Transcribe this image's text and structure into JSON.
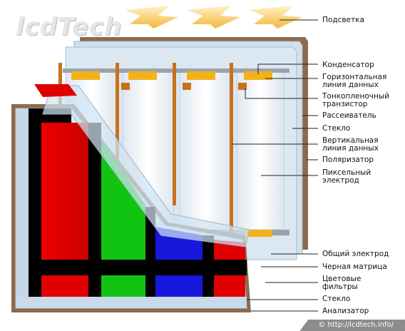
{
  "watermark": "lcdTech",
  "labels": {
    "backlight": "Подсветка",
    "capacitor": "Конденсатор",
    "horizontal_line_1": "Горизонтальная",
    "horizontal_line_2": "линия данных",
    "tft_1": "Тонкопленочный",
    "tft_2": "транзистор",
    "diffuser": "Рассеиватель",
    "glass_top": "Стекло",
    "vertical_line_1": "Вертикальная",
    "vertical_line_2": "линия данных",
    "polarizer": "Поляризатор",
    "pixel_electrode_1": "Пиксельный",
    "pixel_electrode_2": "электрод",
    "common_electrode": "Общий электрод",
    "black_matrix": "Черная матрица",
    "color_filters_1": "Цветовые",
    "color_filters_2": "фильтры",
    "glass_bottom": "Стекло",
    "analyzer": "Анализатор"
  },
  "footer": "© http://lcdtech.info/",
  "colors": {
    "frame_brown": "#8b6b4f",
    "glass_blue": "#cfe0ee",
    "cell_white": "#eef2f6",
    "yellow_capacitor": "#f2b21c",
    "orange_line": "#c8701a",
    "filter_red": "#e00000",
    "filter_green": "#12c412",
    "filter_blue": "#1818dc",
    "black_matrix": "#000000",
    "backlight_arrow": "#f5c44a"
  }
}
